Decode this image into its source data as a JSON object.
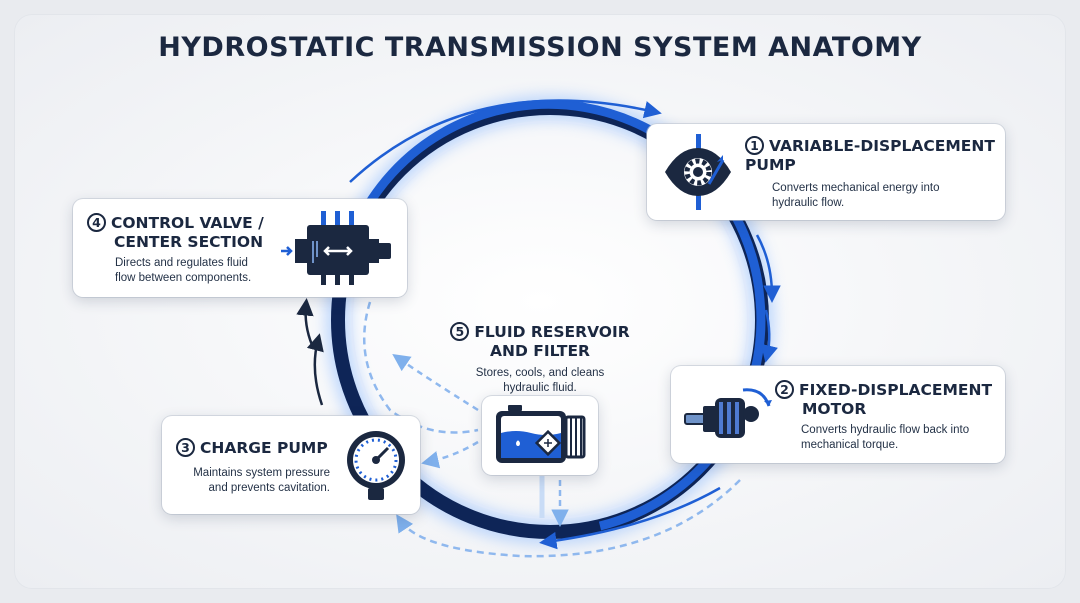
{
  "title": "HYDROSTATIC TRANSMISSION SYSTEM ANATOMY",
  "components": {
    "pump": {
      "number": "1",
      "title_line1": "VARIABLE-DISPLACEMENT",
      "title_line2": "PUMP",
      "desc_line1": "Converts mechanical energy into",
      "desc_line2": "hydraulic flow.",
      "icon": "gear-pump-icon"
    },
    "motor": {
      "number": "2",
      "title_line1": "FIXED-DISPLACEMENT",
      "title_line2": "MOTOR",
      "desc_line1": "Converts hydraulic flow back into",
      "desc_line2": "mechanical torque.",
      "icon": "hydraulic-motor-icon"
    },
    "charge": {
      "number": "3",
      "title": "CHARGE PUMP",
      "desc_line1": "Maintains system pressure",
      "desc_line2": "and prevents cavitation.",
      "icon": "pressure-gauge-icon"
    },
    "valve": {
      "number": "4",
      "title_line1": "CONTROL VALVE /",
      "title_line2": "CENTER SECTION",
      "desc_line1": "Directs and regulates fluid",
      "desc_line2": "flow between components.",
      "icon": "valve-block-icon"
    },
    "reservoir": {
      "number": "5",
      "title_line1": "FLUID RESERVOIR",
      "title_line2": "AND FILTER",
      "desc_line1": "Stores, cools, and cleans",
      "desc_line2": "hydraulic fluid.",
      "icon": "reservoir-tank-icon"
    }
  },
  "colors": {
    "navy": "#1b2840",
    "loop_blue": "#1f5fd4",
    "loop_dark": "#0e2557",
    "light_blue": "#8fb8ee",
    "glow": "#6fa8ff"
  }
}
